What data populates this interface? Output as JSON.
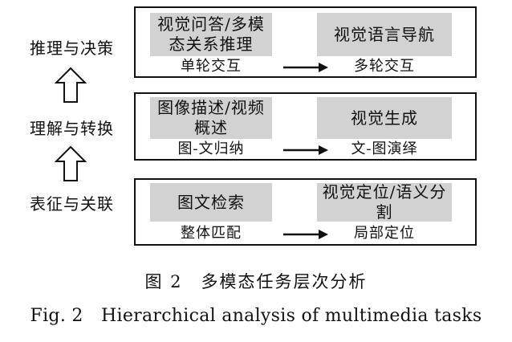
{
  "levels": [
    {
      "label": "推理与决策"
    },
    {
      "label": "理解与转换"
    },
    {
      "label": "表征与关联"
    }
  ],
  "rows": [
    {
      "left_task": "视觉问答/多模态关系推理",
      "right_task": "视觉语言导航",
      "left_mode": "单轮交互",
      "right_mode": "多轮交互"
    },
    {
      "left_task": "图像描述/视频概述",
      "right_task": "视觉生成",
      "left_mode": "图-文归纳",
      "right_mode": "文-图演绎"
    },
    {
      "left_task": "图文检索",
      "right_task": "视觉定位/语义分割",
      "left_mode": "整体匹配",
      "right_mode": "局部定位"
    }
  ],
  "caption": {
    "cn": "图 2　多模态任务层次分析",
    "en": "Fig. 2　Hierarchical analysis of multimedia tasks"
  }
}
